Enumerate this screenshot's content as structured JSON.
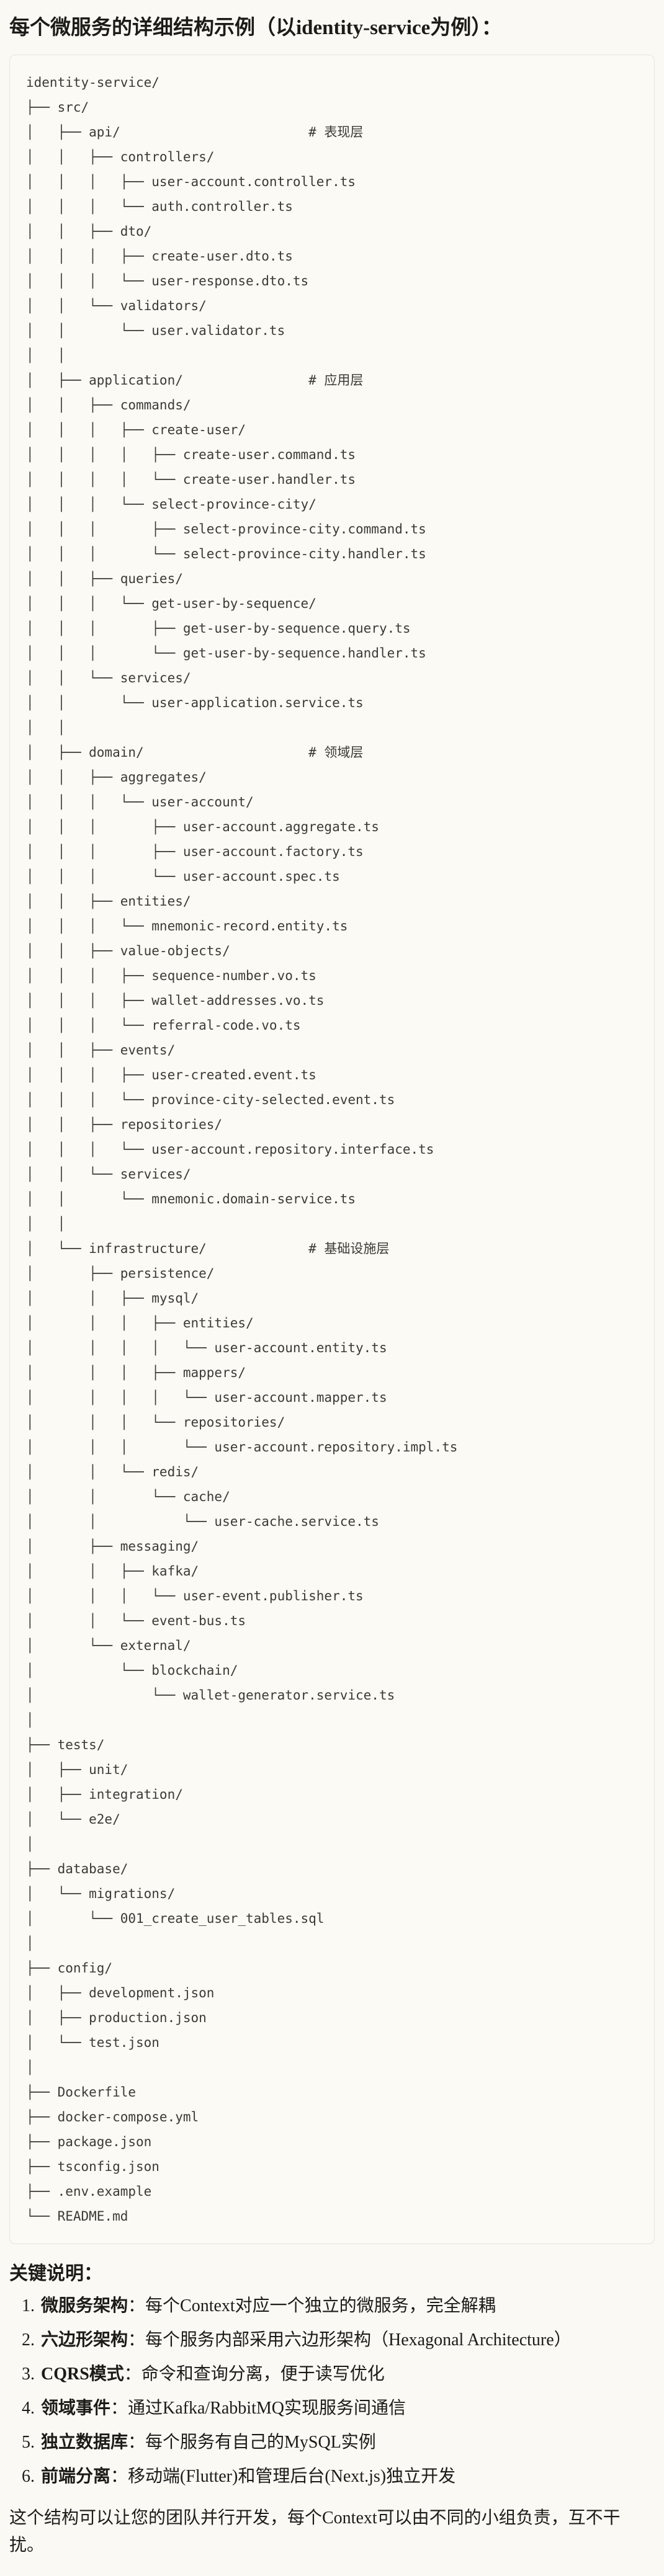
{
  "title": "每个微服务的详细结构示例（以identity-service为例）：",
  "code_block": {
    "lines": [
      "identity-service/",
      "├── src/",
      "│   ├── api/                        # 表现层",
      "│   │   ├── controllers/",
      "│   │   │   ├── user-account.controller.ts",
      "│   │   │   └── auth.controller.ts",
      "│   │   ├── dto/",
      "│   │   │   ├── create-user.dto.ts",
      "│   │   │   └── user-response.dto.ts",
      "│   │   └── validators/",
      "│   │       └── user.validator.ts",
      "│   │",
      "│   ├── application/                # 应用层",
      "│   │   ├── commands/",
      "│   │   │   ├── create-user/",
      "│   │   │   │   ├── create-user.command.ts",
      "│   │   │   │   └── create-user.handler.ts",
      "│   │   │   └── select-province-city/",
      "│   │   │       ├── select-province-city.command.ts",
      "│   │   │       └── select-province-city.handler.ts",
      "│   │   ├── queries/",
      "│   │   │   └── get-user-by-sequence/",
      "│   │   │       ├── get-user-by-sequence.query.ts",
      "│   │   │       └── get-user-by-sequence.handler.ts",
      "│   │   └── services/",
      "│   │       └── user-application.service.ts",
      "│   │",
      "│   ├── domain/                     # 领域层",
      "│   │   ├── aggregates/",
      "│   │   │   └── user-account/",
      "│   │   │       ├── user-account.aggregate.ts",
      "│   │   │       ├── user-account.factory.ts",
      "│   │   │       └── user-account.spec.ts",
      "│   │   ├── entities/",
      "│   │   │   └── mnemonic-record.entity.ts",
      "│   │   ├── value-objects/",
      "│   │   │   ├── sequence-number.vo.ts",
      "│   │   │   ├── wallet-addresses.vo.ts",
      "│   │   │   └── referral-code.vo.ts",
      "│   │   ├── events/",
      "│   │   │   ├── user-created.event.ts",
      "│   │   │   └── province-city-selected.event.ts",
      "│   │   ├── repositories/",
      "│   │   │   └── user-account.repository.interface.ts",
      "│   │   └── services/",
      "│   │       └── mnemonic.domain-service.ts",
      "│   │",
      "│   └── infrastructure/             # 基础设施层",
      "│       ├── persistence/",
      "│       │   ├── mysql/",
      "│       │   │   ├── entities/",
      "│       │   │   │   └── user-account.entity.ts",
      "│       │   │   ├── mappers/",
      "│       │   │   │   └── user-account.mapper.ts",
      "│       │   │   └── repositories/",
      "│       │   │       └── user-account.repository.impl.ts",
      "│       │   └── redis/",
      "│       │       └── cache/",
      "│       │           └── user-cache.service.ts",
      "│       ├── messaging/",
      "│       │   ├── kafka/",
      "│       │   │   └── user-event.publisher.ts",
      "│       │   └── event-bus.ts",
      "│       └── external/",
      "│           └── blockchain/",
      "│               └── wallet-generator.service.ts",
      "│",
      "├── tests/",
      "│   ├── unit/",
      "│   ├── integration/",
      "│   └── e2e/",
      "│",
      "├── database/",
      "│   └── migrations/",
      "│       └── 001_create_user_tables.sql",
      "│",
      "├── config/",
      "│   ├── development.json",
      "│   ├── production.json",
      "│   └── test.json",
      "│",
      "├── Dockerfile",
      "├── docker-compose.yml",
      "├── package.json",
      "├── tsconfig.json",
      "├── .env.example",
      "└── README.md"
    ]
  },
  "notes": {
    "heading": "关键说明：",
    "items": [
      {
        "num": "1.",
        "term": "微服务架构",
        "desc": "：每个Context对应一个独立的微服务，完全解耦"
      },
      {
        "num": "2.",
        "term": "六边形架构",
        "desc": "：每个服务内部采用六边形架构（Hexagonal Architecture）"
      },
      {
        "num": "3.",
        "term": "CQRS模式",
        "desc": "：命令和查询分离，便于读写优化"
      },
      {
        "num": "4.",
        "term": "领域事件",
        "desc": "：通过Kafka/RabbitMQ实现服务间通信"
      },
      {
        "num": "5.",
        "term": "独立数据库",
        "desc": "：每个服务有自己的MySQL实例"
      },
      {
        "num": "6.",
        "term": "前端分离",
        "desc": "：移动端(Flutter)和管理后台(Next.js)独立开发"
      }
    ]
  },
  "footer": "这个结构可以让您的团队并行开发，每个Context可以由不同的小组负责，互不干扰。",
  "colors": {
    "page_bg": "#faf9f4",
    "code_bg": "#fbfaf5",
    "code_border": "#e6e4da",
    "text": "#1c1b18",
    "code_text": "#3b3a34"
  }
}
